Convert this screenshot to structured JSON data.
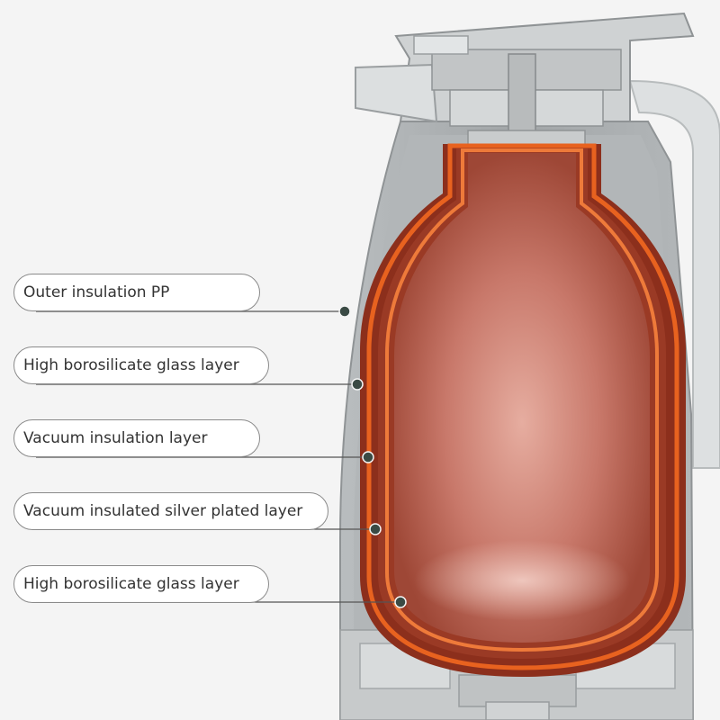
{
  "labels": [
    {
      "id": "outer-insulation-pp",
      "text": "Outer insulation PP"
    },
    {
      "id": "high-borosilicate-glass-layer-1",
      "text": "High borosilicate glass layer"
    },
    {
      "id": "vacuum-insulation-layer",
      "text": "Vacuum insulation layer"
    },
    {
      "id": "vacuum-insulated-silver-plated-layer",
      "text": "Vacuum insulated silver plated layer"
    },
    {
      "id": "high-borosilicate-glass-layer-2",
      "text": "High borosilicate glass layer"
    }
  ],
  "colors": {
    "background": "#f4f4f4",
    "shell_gray": "#a4a8aa",
    "shell_light": "#c9cccd",
    "glass_orange": "#e8621f",
    "glass_dark": "#8c2f1c",
    "interior_red": "#b8604e",
    "leader_line": "#555555",
    "marker_dot": "#3a4a44"
  }
}
